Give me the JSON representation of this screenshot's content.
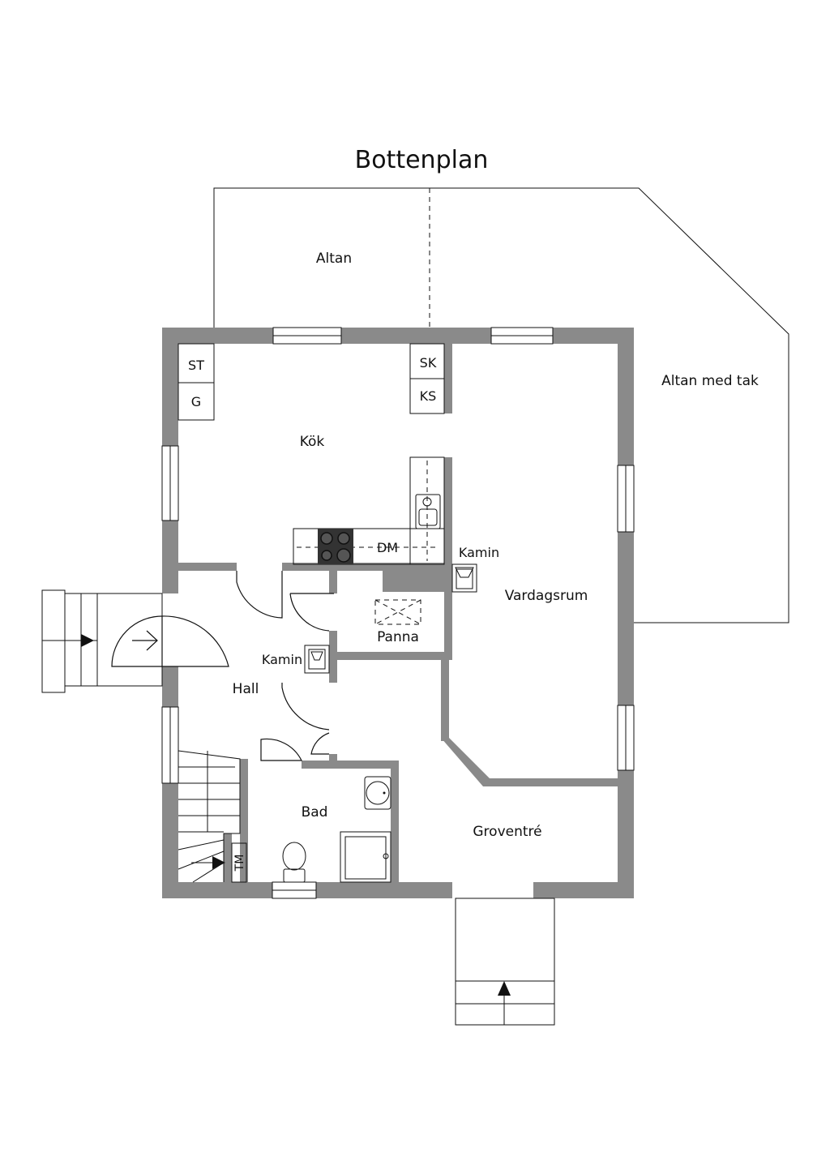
{
  "title": "Bottenplan",
  "rooms": {
    "altan": "Altan",
    "altan_med_tak": "Altan med tak",
    "kok": "Kök",
    "vardagsrum": "Vardagsrum",
    "panna": "Panna",
    "hall": "Hall",
    "bad": "Bad",
    "groventre": "Groventré"
  },
  "fixtures": {
    "st": "ST",
    "g": "G",
    "sk": "SK",
    "ks": "KS",
    "dm": "DM",
    "tm": "TM",
    "kamin_livingroom": "Kamin",
    "kamin_hall": "Kamin"
  },
  "colors": {
    "wall": "#8a8a8a",
    "line": "#111111",
    "background": "#ffffff"
  }
}
